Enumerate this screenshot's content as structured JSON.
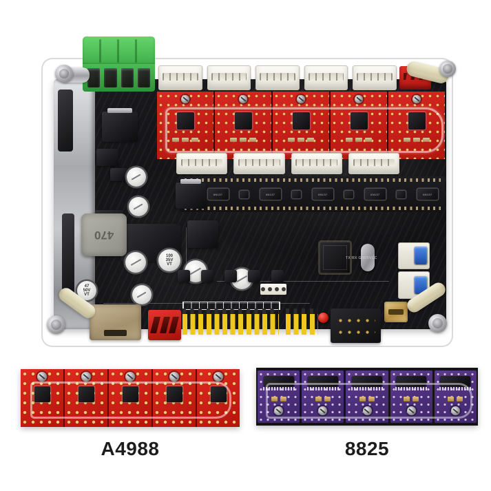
{
  "products": {
    "a4988": {
      "label": "A4988"
    },
    "drv8825": {
      "label": "8825"
    }
  },
  "board_silkscreen": {
    "inductor_value": "470",
    "cap_47": "47\n50V\nVT",
    "cap_100": "100\n35V\nVT",
    "uart_pins": "TX RX GND5VCC",
    "optocoupler_part": "6N137"
  },
  "counts": {
    "driver_modules_on_board": 5,
    "a4988_modules": 5,
    "drv8825_modules": 5
  },
  "colors": {
    "background": "#ffffff",
    "pcb_black": "#141417",
    "driver_red": "#cc1d15",
    "driver_purple": "#50307e",
    "terminal_green": "#43b049",
    "header_yellow": "#eec81e",
    "jumper_blue": "#2e6fd6",
    "standoff_cream": "#e7e1c9",
    "label_text": "#1d1d1f"
  }
}
